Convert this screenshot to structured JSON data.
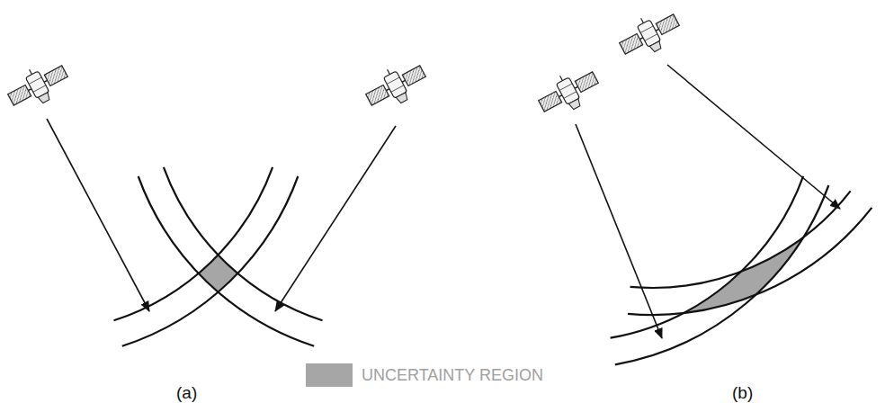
{
  "diagram": {
    "labels": [
      "(a)",
      "(b)"
    ],
    "legend": [
      {
        "text": "UNCERTAINTY REGION",
        "color": "#a6a6a6"
      }
    ]
  }
}
